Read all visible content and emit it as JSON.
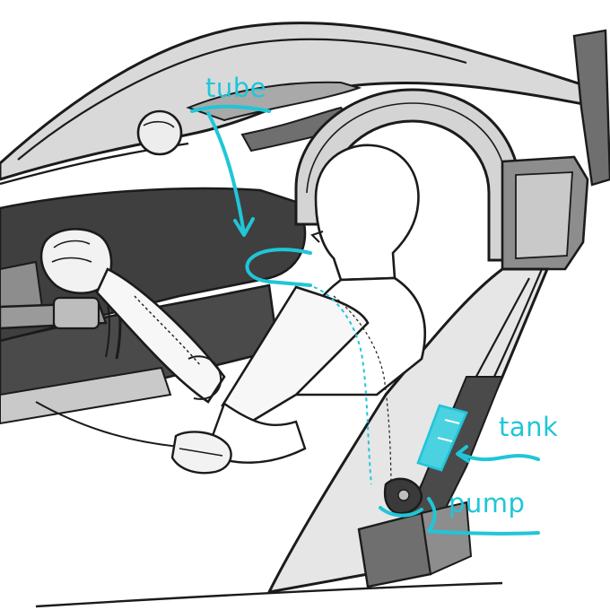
{
  "colors": {
    "annotation": "#1fc6d8",
    "ink": "#1b1b1b",
    "marker_dark": "#4a4a4a",
    "marker_mid": "#8d8d8d",
    "marker_light": "#c9c9c9",
    "paper": "#ffffff"
  },
  "labels": {
    "tube": "tube",
    "tank": "tank",
    "pump": "pump"
  }
}
